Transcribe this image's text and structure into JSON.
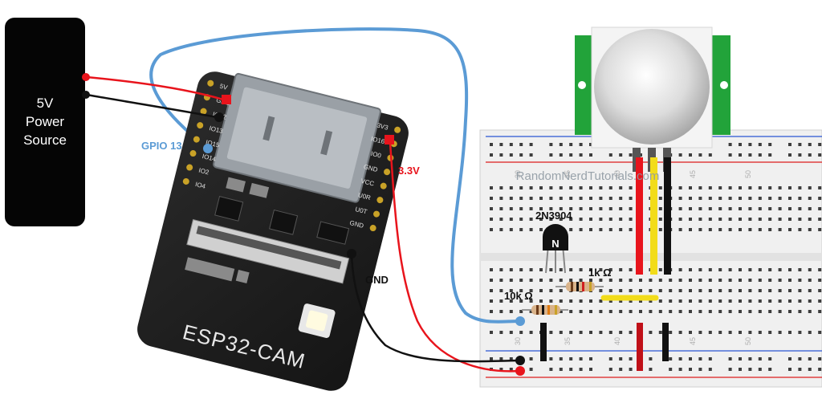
{
  "power_source": {
    "line1": "5V",
    "line2": "Power",
    "line3": "Source"
  },
  "labels": {
    "gpio13": "GPIO 13",
    "v33": "3.3V",
    "gnd": "GND",
    "transistor": "2N3904",
    "transistor_mark": "N",
    "r1k": "1k Ω",
    "r10k": "10k Ω",
    "watermark": "RandomNerdTutorials.com"
  },
  "board": {
    "name": "ESP32-CAM",
    "left_pins": [
      "5V",
      "GND",
      "IO12",
      "IO13",
      "IO15",
      "IO14",
      "IO2",
      "IO4"
    ],
    "right_pins": [
      "3V3",
      "IO16",
      "IO0",
      "GND",
      "VCC",
      "U0R",
      "U0T",
      "GND"
    ]
  },
  "breadboard": {
    "col_numbers": [
      "30",
      "35",
      "40",
      "45",
      "50"
    ]
  },
  "colors": {
    "red_wire": "#e8141c",
    "black_wire": "#111111",
    "blue_wire": "#5b9bd5",
    "yellow_wire": "#f2dc1a",
    "gpio_label": "#5b9bd5",
    "v33_label": "#e8141c",
    "pir_green": "#22a33a",
    "board": "#1f1f1f"
  }
}
